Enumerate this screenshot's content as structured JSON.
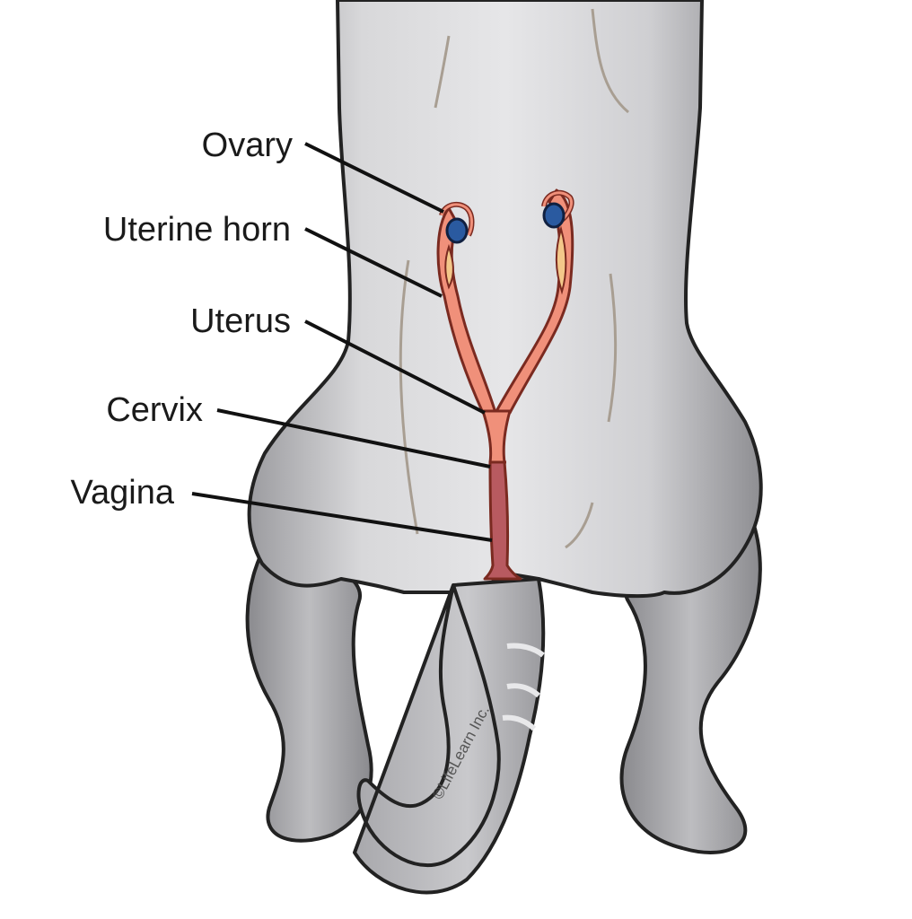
{
  "labels": {
    "ovary": "Ovary",
    "uterine_horn": "Uterine horn",
    "uterus": "Uterus",
    "cervix": "Cervix",
    "vagina": "Vagina"
  },
  "credit": "©LifeLearn Inc.",
  "colors": {
    "fur_light": "#d9d9db",
    "fur_dark": "#9a9a9e",
    "outline": "#222222",
    "reproductive_tract": "#f0907a",
    "vagina": "#b85a60",
    "ovary": "#2a5aa0",
    "fat": "#f3c88a"
  }
}
